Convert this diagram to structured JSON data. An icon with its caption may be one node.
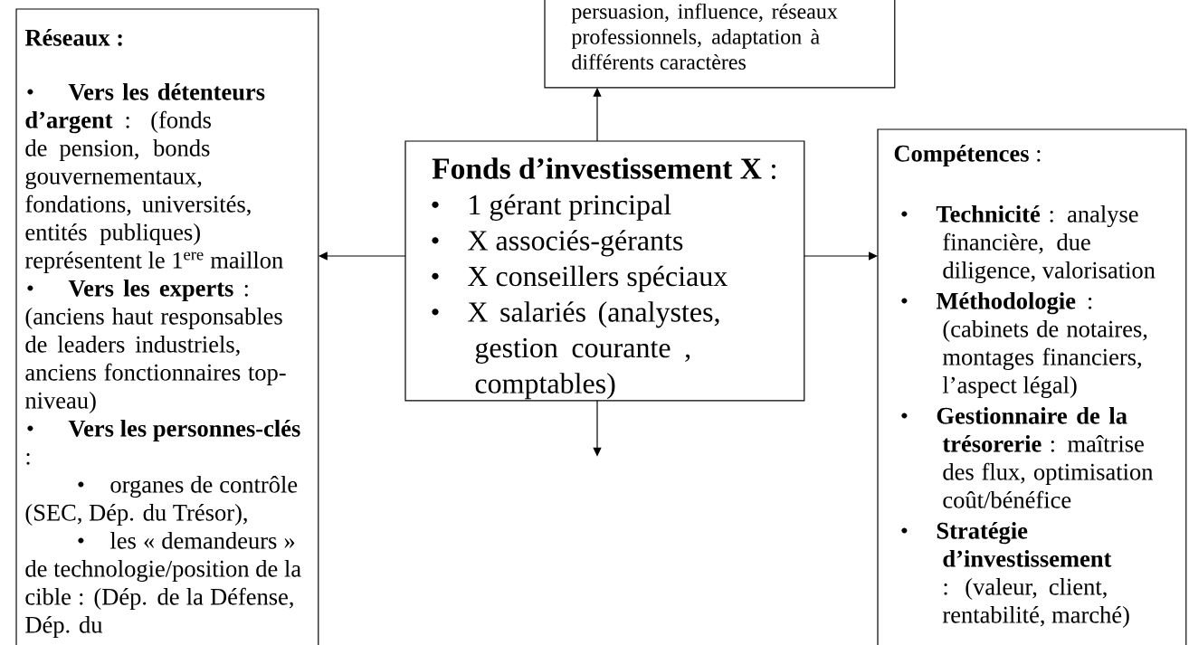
{
  "diagram": {
    "nodes": [
      {
        "text": [
          "persuasion, influence, réseaux professionnels, adaptation à différents caractères"
        ]
      },
      {
        "text": [
          "Réseaux :",
          "**Vers les détenteurs d’argent** : (fonds de pension, bonds gouvernementaux, fondations, universités, entités publiques) représentent le 1$^{ere}$ maillon",
          "**Vers les experts** : (anciens haut responsables de leaders industriels, anciens fonctionnaires top-niveau)",
          "**Vers les personnes-clés** :",
          "organes de contrôle (SEC, Dép. du Trésor),",
          "les « demandeurs » de technologie/position de la cible : (Dép. de la Défense, Dép. du"
        ]
      },
      {
        "text": [
          "**Fonds d’investissement X** :",
          "1 gérant principal",
          "X associés-gérants",
          "X conseillers spéciaux",
          "X salariés (analystes, gestion courante , comptables)"
        ]
      },
      {
        "text": [
          "**Compétences** :",
          "**Technicité** : analyse financière, due diligence, valorisation",
          "**Méthodologie** : (cabinets de notaires, montages financiers, l’aspect légal)",
          "**Gestionnaire de la trésorerie** : maîtrise des flux, optimisation coût/bénéfice",
          "**Stratégie d’investissement** : (valeur, client, rentabilité, marché)"
        ]
      }
    ],
    "edges": [
      {
        "from": 2,
        "to": 0,
        "arrow": "to"
      },
      {
        "from": 2,
        "to": 1,
        "arrow": "to"
      },
      {
        "from": 2,
        "to": 3,
        "arrow": "to"
      },
      {
        "from": 2,
        "to": null,
        "arrow": "to"
      }
    ]
  }
}
